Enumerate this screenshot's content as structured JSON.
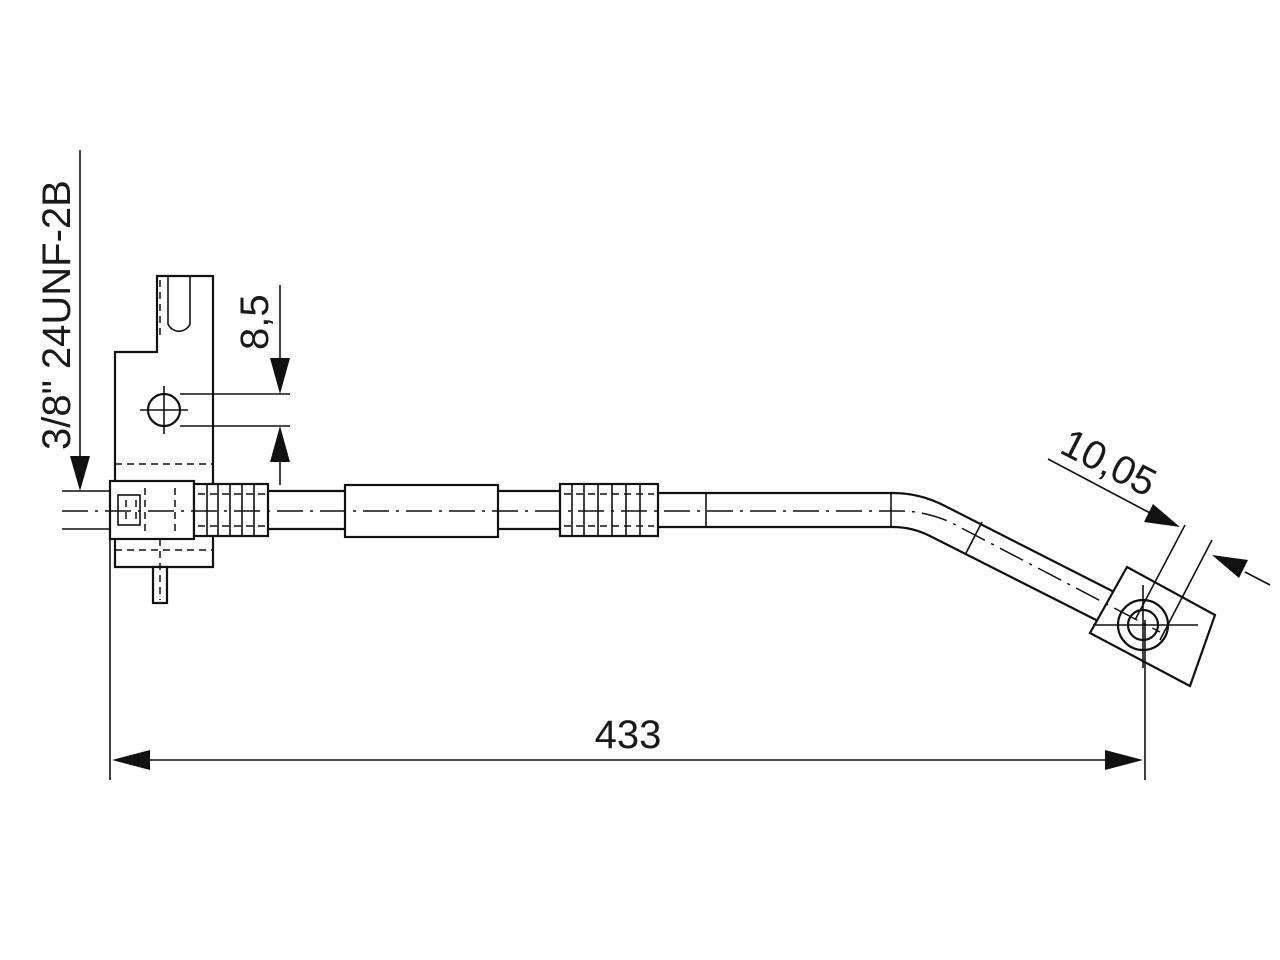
{
  "drawing": {
    "overall_length": "433",
    "thread_spec": "3/8\" 24UNF-2B",
    "hole_offset": "8,5",
    "eye_diameter": "10,05"
  },
  "colors": {
    "line": "#111111",
    "background": "#ffffff"
  }
}
